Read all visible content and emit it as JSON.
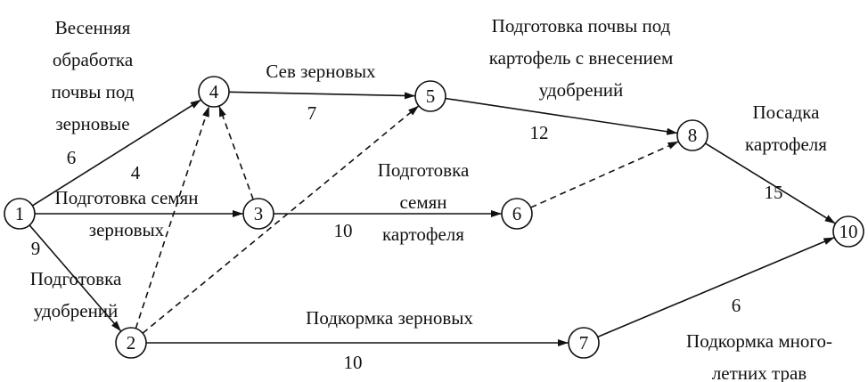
{
  "colors": {
    "line": "#111111",
    "background": "#ffffff"
  },
  "nodes": [
    "1",
    "2",
    "3",
    "4",
    "5",
    "6",
    "7",
    "8",
    "10"
  ],
  "edges": [
    {
      "from": "1",
      "to": "4",
      "style": "solid",
      "duration": "6",
      "task": [
        "Весенняя",
        "обработка",
        "почвы под",
        "зерновые"
      ]
    },
    {
      "from": "1",
      "to": "3",
      "style": "solid",
      "duration": "4",
      "task": [
        "Подготовка семян",
        "зерновых"
      ]
    },
    {
      "from": "1",
      "to": "2",
      "style": "solid",
      "duration": "9",
      "task": [
        "Подготовка",
        "удобрений"
      ]
    },
    {
      "from": "2",
      "to": "4",
      "style": "dashed"
    },
    {
      "from": "2",
      "to": "5",
      "style": "dashed"
    },
    {
      "from": "3",
      "to": "4",
      "style": "dashed"
    },
    {
      "from": "4",
      "to": "5",
      "style": "solid",
      "duration": "7",
      "task": [
        "Сев зерновых"
      ]
    },
    {
      "from": "3",
      "to": "6",
      "style": "solid",
      "duration": "10",
      "task": [
        "Подготовка",
        "семян",
        "картофеля"
      ]
    },
    {
      "from": "5",
      "to": "8",
      "style": "solid",
      "duration": "12",
      "task": [
        "Подготовка почвы под",
        "картофель с внесением",
        "удобрений"
      ]
    },
    {
      "from": "6",
      "to": "8",
      "style": "dashed"
    },
    {
      "from": "8",
      "to": "10",
      "style": "solid",
      "duration": "15",
      "task": [
        "Посадка",
        "картофеля"
      ]
    },
    {
      "from": "2",
      "to": "7",
      "style": "solid",
      "duration": "10",
      "task": [
        "Подкормка зерновых"
      ]
    },
    {
      "from": "7",
      "to": "10",
      "style": "solid",
      "duration": "6",
      "task": [
        "Подкормка много-",
        "летних трав"
      ]
    }
  ]
}
